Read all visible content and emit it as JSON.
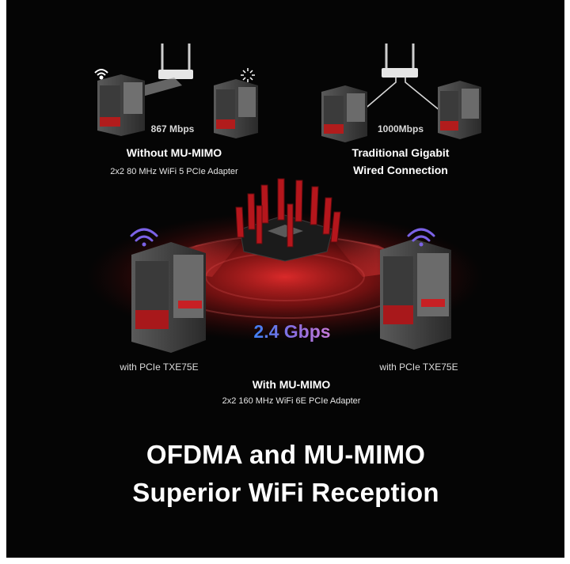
{
  "without_mu_mimo": {
    "speed": "867 Mbps",
    "title": "Without MU-MIMO",
    "subtitle": "2x2 80 MHz WiFi 5 PCIe Adapter"
  },
  "wired": {
    "speed": "1000Mbps",
    "title_line1": "Traditional Gigabit",
    "title_line2": "Wired Connection"
  },
  "with_mu_mimo": {
    "speed": "2.4 Gbps",
    "title": "With MU-MIMO",
    "subtitle": "2x2 160 MHz WiFi 6E PCIe Adapter",
    "left_pc_label": "with PCIe TXE75E",
    "right_pc_label": "with PCIe TXE75E"
  },
  "headline": {
    "line1": "OFDMA and MU-MIMO",
    "line2": "Superior WiFi Reception"
  },
  "colors": {
    "background": "#050505",
    "accent_red": "#e2262b",
    "wifi_purple": "#7b62e6",
    "gbps_blue": "#3f7ef2",
    "gbps_pink": "#c57ad8"
  }
}
